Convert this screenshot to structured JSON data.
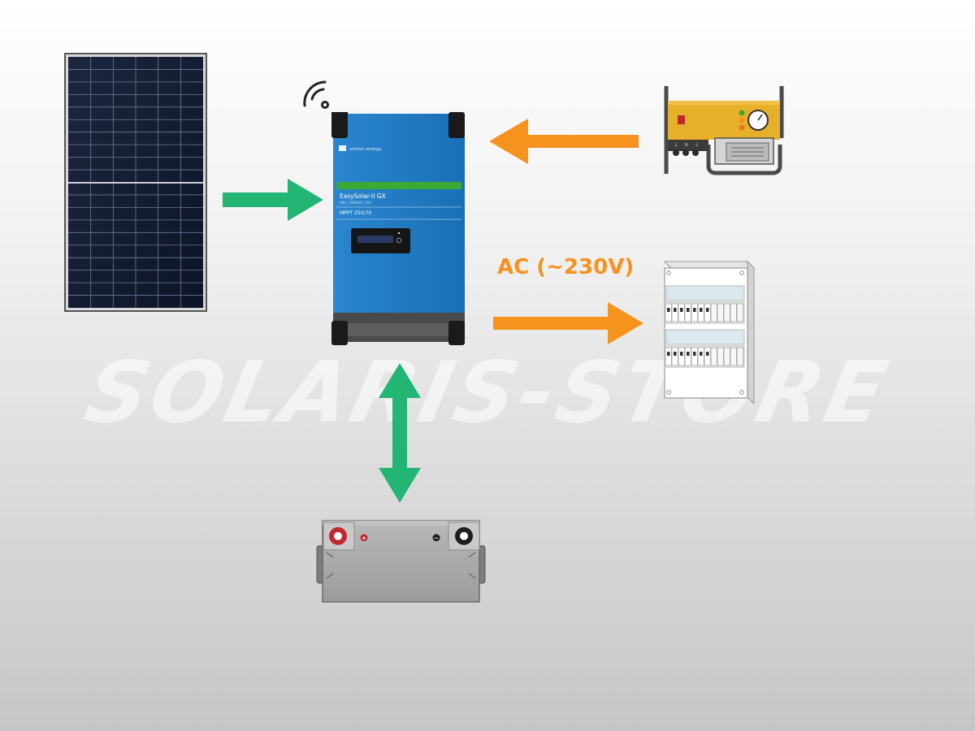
{
  "watermark": "SOLARIS-STORE",
  "ac_label": "AC (~230V)",
  "inverter": {
    "brand": "victron energy",
    "model": "EasySolar-II GX",
    "spec": "48V | 3000VA | 35A",
    "mppt": "MPPT 250/70"
  },
  "generator_sockets": [
    "L",
    "N",
    "⏚"
  ],
  "battery": {
    "positive": "+",
    "negative": "−"
  },
  "icons": {
    "solar_panel": "solar-panel-icon",
    "inverter": "inverter-icon",
    "generator": "generator-icon",
    "distribution_board": "distribution-board-icon",
    "battery": "battery-icon",
    "wifi": "wifi-icon"
  },
  "colors": {
    "green_arrow": "#22b573",
    "orange_arrow": "#f6921e",
    "inverter_blue": "#1f7ac2",
    "generator_yellow": "#e7b02b"
  }
}
